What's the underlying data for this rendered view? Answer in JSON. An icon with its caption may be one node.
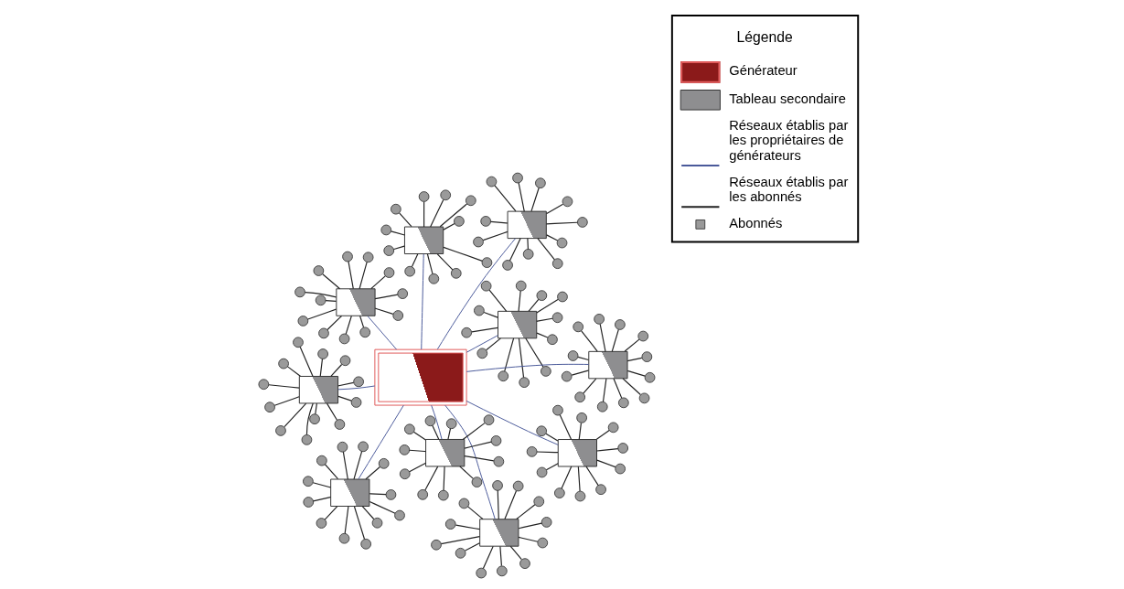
{
  "diagram": {
    "nodes": [
      {
        "text": [],
        "shape": "box"
      },
      {
        "text": [],
        "shape": "box"
      },
      {
        "text": [],
        "shape": "box"
      },
      {
        "text": [],
        "shape": "box"
      },
      {
        "text": [],
        "shape": "box"
      },
      {
        "text": [],
        "shape": "box"
      },
      {
        "text": [],
        "shape": "box"
      },
      {
        "text": [],
        "shape": "box"
      },
      {
        "text": [],
        "shape": "box"
      },
      {
        "text": [],
        "shape": "box"
      },
      {
        "text": [],
        "shape": "box"
      },
      {
        "text": [],
        "shape": "circle"
      },
      {
        "text": [],
        "shape": "circle"
      },
      {
        "text": [],
        "shape": "circle"
      },
      {
        "text": [],
        "shape": "circle"
      },
      {
        "text": [],
        "shape": "circle"
      },
      {
        "text": [],
        "shape": "circle"
      },
      {
        "text": [],
        "shape": "circle"
      },
      {
        "text": [],
        "shape": "circle"
      },
      {
        "text": [],
        "shape": "circle"
      },
      {
        "text": [],
        "shape": "circle"
      },
      {
        "text": [],
        "shape": "circle"
      },
      {
        "text": [],
        "shape": "circle"
      },
      {
        "text": [],
        "shape": "circle"
      },
      {
        "text": [],
        "shape": "circle"
      },
      {
        "text": [],
        "shape": "circle"
      },
      {
        "text": [],
        "shape": "circle"
      },
      {
        "text": [],
        "shape": "circle"
      },
      {
        "text": [],
        "shape": "circle"
      },
      {
        "text": [],
        "shape": "circle"
      },
      {
        "text": [],
        "shape": "circle"
      },
      {
        "text": [],
        "shape": "circle"
      },
      {
        "text": [],
        "shape": "circle"
      },
      {
        "text": [],
        "shape": "circle"
      },
      {
        "text": [],
        "shape": "circle"
      },
      {
        "text": [],
        "shape": "circle"
      },
      {
        "text": [],
        "shape": "circle"
      },
      {
        "text": [],
        "shape": "circle"
      },
      {
        "text": [],
        "shape": "circle"
      },
      {
        "text": [],
        "shape": "circle"
      },
      {
        "text": [],
        "shape": "circle"
      },
      {
        "text": [],
        "shape": "circle"
      },
      {
        "text": [],
        "shape": "circle"
      },
      {
        "text": [],
        "shape": "circle"
      },
      {
        "text": [],
        "shape": "circle"
      },
      {
        "text": [],
        "shape": "circle"
      },
      {
        "text": [],
        "shape": "circle"
      },
      {
        "text": [],
        "shape": "circle"
      },
      {
        "text": [],
        "shape": "circle"
      },
      {
        "text": [],
        "shape": "circle"
      },
      {
        "text": [],
        "shape": "circle"
      },
      {
        "text": [],
        "shape": "circle"
      },
      {
        "text": [],
        "shape": "circle"
      },
      {
        "text": [],
        "shape": "circle"
      },
      {
        "text": [],
        "shape": "circle"
      },
      {
        "text": [],
        "shape": "circle"
      },
      {
        "text": [],
        "shape": "circle"
      },
      {
        "text": [],
        "shape": "circle"
      },
      {
        "text": [],
        "shape": "circle"
      },
      {
        "text": [],
        "shape": "circle"
      },
      {
        "text": [],
        "shape": "circle"
      },
      {
        "text": [],
        "shape": "circle"
      },
      {
        "text": [],
        "shape": "circle"
      },
      {
        "text": [],
        "shape": "circle"
      },
      {
        "text": [],
        "shape": "circle"
      },
      {
        "text": [],
        "shape": "circle"
      },
      {
        "text": [],
        "shape": "circle"
      },
      {
        "text": [],
        "shape": "circle"
      },
      {
        "text": [],
        "shape": "circle"
      },
      {
        "text": [],
        "shape": "circle"
      },
      {
        "text": [],
        "shape": "circle"
      },
      {
        "text": [],
        "shape": "circle"
      },
      {
        "text": [],
        "shape": "circle"
      },
      {
        "text": [],
        "shape": "circle"
      },
      {
        "text": [],
        "shape": "circle"
      },
      {
        "text": [],
        "shape": "circle"
      },
      {
        "text": [],
        "shape": "circle"
      },
      {
        "text": [],
        "shape": "circle"
      },
      {
        "text": [],
        "shape": "circle"
      },
      {
        "text": [],
        "shape": "circle"
      },
      {
        "text": [],
        "shape": "circle"
      },
      {
        "text": [],
        "shape": "circle"
      },
      {
        "text": [],
        "shape": "circle"
      },
      {
        "text": [],
        "shape": "circle"
      },
      {
        "text": [],
        "shape": "circle"
      },
      {
        "text": [],
        "shape": "circle"
      },
      {
        "text": [],
        "shape": "circle"
      },
      {
        "text": [],
        "shape": "circle"
      },
      {
        "text": [],
        "shape": "circle"
      },
      {
        "text": [],
        "shape": "circle"
      },
      {
        "text": [],
        "shape": "circle"
      },
      {
        "text": [],
        "shape": "circle"
      },
      {
        "text": [],
        "shape": "circle"
      },
      {
        "text": [],
        "shape": "circle"
      },
      {
        "text": [],
        "shape": "circle"
      },
      {
        "text": [],
        "shape": "circle"
      },
      {
        "text": [],
        "shape": "circle"
      },
      {
        "text": [],
        "shape": "circle"
      },
      {
        "text": [],
        "shape": "circle"
      },
      {
        "text": [],
        "shape": "circle"
      },
      {
        "text": [],
        "shape": "circle"
      },
      {
        "text": [],
        "shape": "circle"
      },
      {
        "text": [],
        "shape": "circle"
      },
      {
        "text": [],
        "shape": "circle"
      },
      {
        "text": [],
        "shape": "circle"
      },
      {
        "text": [],
        "shape": "circle"
      },
      {
        "text": [],
        "shape": "circle"
      },
      {
        "text": [],
        "shape": "circle"
      },
      {
        "text": [],
        "shape": "circle"
      },
      {
        "text": [],
        "shape": "circle"
      },
      {
        "text": [],
        "shape": "circle"
      },
      {
        "text": [],
        "shape": "circle"
      },
      {
        "text": [],
        "shape": "circle"
      },
      {
        "text": [],
        "shape": "circle"
      },
      {
        "text": [],
        "shape": "circle"
      },
      {
        "text": [],
        "shape": "circle"
      },
      {
        "text": [],
        "shape": "circle"
      },
      {
        "text": [],
        "shape": "circle"
      },
      {
        "text": [],
        "shape": "circle"
      },
      {
        "text": [],
        "shape": "circle"
      },
      {
        "text": [],
        "shape": "circle"
      },
      {
        "text": [],
        "shape": "circle"
      },
      {
        "text": [],
        "shape": "circle"
      },
      {
        "text": [],
        "shape": "circle"
      },
      {
        "text": [],
        "shape": "circle"
      },
      {
        "text": [],
        "shape": "circle"
      },
      {
        "text": [],
        "shape": "circle"
      }
    ],
    "edges": [
      {
        "from": 5,
        "to": 0,
        "arrow": "none",
        "color": "#4a5a9a"
      },
      {
        "from": 5,
        "to": 1,
        "arrow": "none",
        "color": "#4a5a9a"
      },
      {
        "from": 5,
        "to": 2,
        "arrow": "none",
        "color": "#4a5a9a"
      },
      {
        "from": 5,
        "to": 3,
        "arrow": "none",
        "color": "#4a5a9a"
      },
      {
        "from": 5,
        "to": 4,
        "arrow": "none",
        "color": "#4a5a9a"
      },
      {
        "from": 5,
        "to": 6,
        "arrow": "none",
        "color": "#4a5a9a"
      },
      {
        "from": 5,
        "to": 7,
        "arrow": "none",
        "color": "#4a5a9a"
      },
      {
        "from": 5,
        "to": 8,
        "arrow": "none",
        "color": "#4a5a9a"
      },
      {
        "from": 5,
        "to": 9,
        "arrow": "none",
        "color": "#4a5a9a"
      },
      {
        "from": 5,
        "to": 10,
        "arrow": "none",
        "color": "#4a5a9a"
      },
      {
        "from": 0,
        "to": 11,
        "arrow": "none"
      },
      {
        "from": 0,
        "to": 12,
        "arrow": "none"
      },
      {
        "from": 0,
        "to": 13,
        "arrow": "none"
      },
      {
        "from": 0,
        "to": 14,
        "arrow": "none"
      },
      {
        "from": 0,
        "to": 15,
        "arrow": "none"
      },
      {
        "from": 0,
        "to": 16,
        "arrow": "none"
      },
      {
        "from": 0,
        "to": 17,
        "arrow": "none"
      },
      {
        "from": 0,
        "to": 18,
        "arrow": "none"
      },
      {
        "from": 0,
        "to": 19,
        "arrow": "none"
      },
      {
        "from": 0,
        "to": 20,
        "arrow": "none"
      },
      {
        "from": 0,
        "to": 21,
        "arrow": "none"
      },
      {
        "from": 0,
        "to": 22,
        "arrow": "none"
      },
      {
        "from": 1,
        "to": 23,
        "arrow": "none"
      },
      {
        "from": 1,
        "to": 24,
        "arrow": "none"
      },
      {
        "from": 1,
        "to": 25,
        "arrow": "none"
      },
      {
        "from": 1,
        "to": 26,
        "arrow": "none"
      },
      {
        "from": 1,
        "to": 27,
        "arrow": "none"
      },
      {
        "from": 1,
        "to": 28,
        "arrow": "none"
      },
      {
        "from": 1,
        "to": 29,
        "arrow": "none"
      },
      {
        "from": 1,
        "to": 30,
        "arrow": "none"
      },
      {
        "from": 1,
        "to": 31,
        "arrow": "none"
      },
      {
        "from": 1,
        "to": 32,
        "arrow": "none"
      },
      {
        "from": 1,
        "to": 33,
        "arrow": "none"
      },
      {
        "from": 2,
        "to": 34,
        "arrow": "none"
      },
      {
        "from": 2,
        "to": 35,
        "arrow": "none"
      },
      {
        "from": 2,
        "to": 36,
        "arrow": "none"
      },
      {
        "from": 2,
        "to": 37,
        "arrow": "none"
      },
      {
        "from": 2,
        "to": 38,
        "arrow": "none"
      },
      {
        "from": 2,
        "to": 39,
        "arrow": "none"
      },
      {
        "from": 2,
        "to": 40,
        "arrow": "none"
      },
      {
        "from": 2,
        "to": 41,
        "arrow": "none"
      },
      {
        "from": 2,
        "to": 42,
        "arrow": "none"
      },
      {
        "from": 2,
        "to": 43,
        "arrow": "none"
      },
      {
        "from": 2,
        "to": 44,
        "arrow": "none"
      },
      {
        "from": 3,
        "to": 45,
        "arrow": "none"
      },
      {
        "from": 3,
        "to": 46,
        "arrow": "none"
      },
      {
        "from": 3,
        "to": 47,
        "arrow": "none"
      },
      {
        "from": 3,
        "to": 48,
        "arrow": "none"
      },
      {
        "from": 3,
        "to": 49,
        "arrow": "none"
      },
      {
        "from": 3,
        "to": 50,
        "arrow": "none"
      },
      {
        "from": 3,
        "to": 51,
        "arrow": "none"
      },
      {
        "from": 3,
        "to": 52,
        "arrow": "none"
      },
      {
        "from": 3,
        "to": 53,
        "arrow": "none"
      },
      {
        "from": 3,
        "to": 54,
        "arrow": "none"
      },
      {
        "from": 3,
        "to": 55,
        "arrow": "none"
      },
      {
        "from": 3,
        "to": 56,
        "arrow": "none"
      },
      {
        "from": 4,
        "to": 57,
        "arrow": "none"
      },
      {
        "from": 4,
        "to": 58,
        "arrow": "none"
      },
      {
        "from": 4,
        "to": 59,
        "arrow": "none"
      },
      {
        "from": 4,
        "to": 60,
        "arrow": "none"
      },
      {
        "from": 4,
        "to": 61,
        "arrow": "none"
      },
      {
        "from": 4,
        "to": 62,
        "arrow": "none"
      },
      {
        "from": 4,
        "to": 63,
        "arrow": "none"
      },
      {
        "from": 4,
        "to": 64,
        "arrow": "none"
      },
      {
        "from": 4,
        "to": 65,
        "arrow": "none"
      },
      {
        "from": 4,
        "to": 66,
        "arrow": "none"
      },
      {
        "from": 4,
        "to": 67,
        "arrow": "none"
      },
      {
        "from": 4,
        "to": 68,
        "arrow": "none"
      },
      {
        "from": 6,
        "to": 69,
        "arrow": "none"
      },
      {
        "from": 6,
        "to": 70,
        "arrow": "none"
      },
      {
        "from": 6,
        "to": 71,
        "arrow": "none"
      },
      {
        "from": 6,
        "to": 72,
        "arrow": "none"
      },
      {
        "from": 6,
        "to": 73,
        "arrow": "none"
      },
      {
        "from": 6,
        "to": 74,
        "arrow": "none"
      },
      {
        "from": 6,
        "to": 75,
        "arrow": "none"
      },
      {
        "from": 6,
        "to": 76,
        "arrow": "none"
      },
      {
        "from": 6,
        "to": 77,
        "arrow": "none"
      },
      {
        "from": 6,
        "to": 78,
        "arrow": "none"
      },
      {
        "from": 6,
        "to": 79,
        "arrow": "none"
      },
      {
        "from": 6,
        "to": 80,
        "arrow": "none"
      },
      {
        "from": 7,
        "to": 81,
        "arrow": "none"
      },
      {
        "from": 7,
        "to": 82,
        "arrow": "none"
      },
      {
        "from": 7,
        "to": 83,
        "arrow": "none"
      },
      {
        "from": 7,
        "to": 84,
        "arrow": "none"
      },
      {
        "from": 7,
        "to": 85,
        "arrow": "none"
      },
      {
        "from": 7,
        "to": 86,
        "arrow": "none"
      },
      {
        "from": 7,
        "to": 87,
        "arrow": "none"
      },
      {
        "from": 7,
        "to": 88,
        "arrow": "none"
      },
      {
        "from": 7,
        "to": 89,
        "arrow": "none"
      },
      {
        "from": 7,
        "to": 90,
        "arrow": "none"
      },
      {
        "from": 7,
        "to": 91,
        "arrow": "none"
      },
      {
        "from": 7,
        "to": 92,
        "arrow": "none"
      },
      {
        "from": 8,
        "to": 93,
        "arrow": "none"
      },
      {
        "from": 8,
        "to": 94,
        "arrow": "none"
      },
      {
        "from": 8,
        "to": 95,
        "arrow": "none"
      },
      {
        "from": 8,
        "to": 96,
        "arrow": "none"
      },
      {
        "from": 8,
        "to": 97,
        "arrow": "none"
      },
      {
        "from": 8,
        "to": 98,
        "arrow": "none"
      },
      {
        "from": 8,
        "to": 99,
        "arrow": "none"
      },
      {
        "from": 8,
        "to": 100,
        "arrow": "none"
      },
      {
        "from": 8,
        "to": 101,
        "arrow": "none"
      },
      {
        "from": 8,
        "to": 102,
        "arrow": "none"
      },
      {
        "from": 8,
        "to": 103,
        "arrow": "none"
      },
      {
        "from": 9,
        "to": 104,
        "arrow": "none"
      },
      {
        "from": 9,
        "to": 105,
        "arrow": "none"
      },
      {
        "from": 9,
        "to": 106,
        "arrow": "none"
      },
      {
        "from": 9,
        "to": 107,
        "arrow": "none"
      },
      {
        "from": 9,
        "to": 108,
        "arrow": "none"
      },
      {
        "from": 9,
        "to": 109,
        "arrow": "none"
      },
      {
        "from": 9,
        "to": 110,
        "arrow": "none"
      },
      {
        "from": 9,
        "to": 111,
        "arrow": "none"
      },
      {
        "from": 9,
        "to": 112,
        "arrow": "none"
      },
      {
        "from": 9,
        "to": 113,
        "arrow": "none"
      },
      {
        "from": 9,
        "to": 114,
        "arrow": "none"
      },
      {
        "from": 10,
        "to": 115,
        "arrow": "none"
      },
      {
        "from": 10,
        "to": 116,
        "arrow": "none"
      },
      {
        "from": 10,
        "to": 117,
        "arrow": "none"
      },
      {
        "from": 10,
        "to": 118,
        "arrow": "none"
      },
      {
        "from": 10,
        "to": 119,
        "arrow": "none"
      },
      {
        "from": 10,
        "to": 120,
        "arrow": "none"
      },
      {
        "from": 10,
        "to": 121,
        "arrow": "none"
      },
      {
        "from": 10,
        "to": 122,
        "arrow": "none"
      },
      {
        "from": 10,
        "to": 123,
        "arrow": "none"
      },
      {
        "from": 10,
        "to": 124,
        "arrow": "none"
      },
      {
        "from": 10,
        "to": 125,
        "arrow": "none"
      },
      {
        "from": 10,
        "to": 126,
        "arrow": "none"
      }
    ],
    "labels": [
      "Légende"
    ],
    "legend": [
      {
        "text": "Générateur"
      },
      {
        "text": "Tableau secondaire"
      },
      {
        "text": "Réseaux établis par les propriétaires de générateurs"
      },
      {
        "text": "Réseaux établis par les abonnés"
      },
      {
        "text": "Abonnés"
      }
    ]
  }
}
